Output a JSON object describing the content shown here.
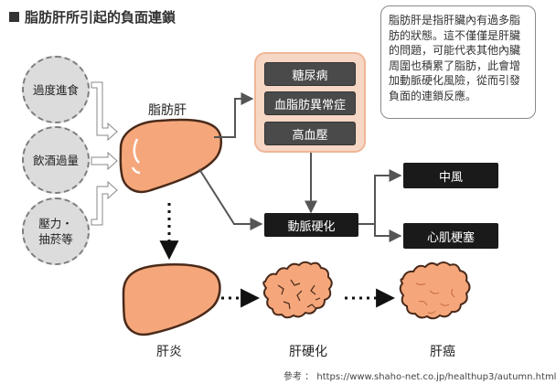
{
  "title": "脂肪肝所引起的負面連鎖",
  "causes": [
    "過度進食",
    "飲酒過量",
    "壓力・\n抽菸等"
  ],
  "fatty_liver_label": "脂肪肝",
  "diseases": [
    "糖尿病",
    "血脂肪異常症",
    "高血壓"
  ],
  "arteriosclerosis": "動脈硬化",
  "outcomes": [
    "中風",
    "心肌梗塞"
  ],
  "liver_stages": [
    "肝炎",
    "肝硬化",
    "肝癌"
  ],
  "callout": "脂肪肝是指肝臟內有過多脂肪的狀態。這不僅僅是肝臟的問題，可能代表其他內臟周圍也積累了脂肪，此會增加動脈硬化風險，從而引發負面的連鎖反應。",
  "source": "參考 ： https://www.shaho-net.co.jp/healthup3/autumn.html",
  "colors": {
    "liver_fill": "#f5a77b",
    "liver_stroke": "#4a2a1a",
    "group_bg": "#f6d6c4",
    "dark_box": "#1a1a1a",
    "gray_box": "#4a4a4a"
  }
}
